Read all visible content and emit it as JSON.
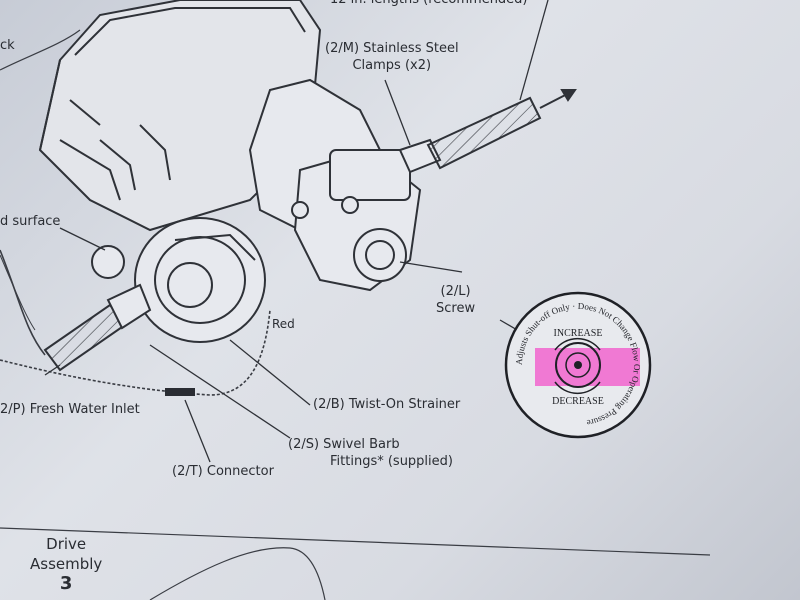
{
  "labels": {
    "top_note": "12 in. lengths (recommended)",
    "clamps_line1": "(2/M) Stainless Steel",
    "clamps_line2": "Clamps (x2)",
    "partial_ck": "ck",
    "surface": "d surface",
    "screw_line1": "(2/L)",
    "screw_line2": "Screw",
    "red": "Red",
    "fresh_water_inlet": "2/P) Fresh Water Inlet",
    "strainer": "(2/B) Twist-On Strainer",
    "swivel_line1": "(2/S) Swivel Barb",
    "swivel_line2": "Fittings* (supplied)",
    "connector": "(2/T) Connector",
    "drive_line1": "Drive",
    "drive_line2": "Assembly",
    "drive_num": "3"
  },
  "dial": {
    "increase": "INCREASE",
    "decrease": "DECREASE",
    "ring_text": "Adjusts Shut-off Only · Does Not Change Flow Or Operating Pressure",
    "highlight_color": "#f06fd0"
  },
  "colors": {
    "ink": "#2a2d33",
    "paper": "#d9dce3"
  }
}
